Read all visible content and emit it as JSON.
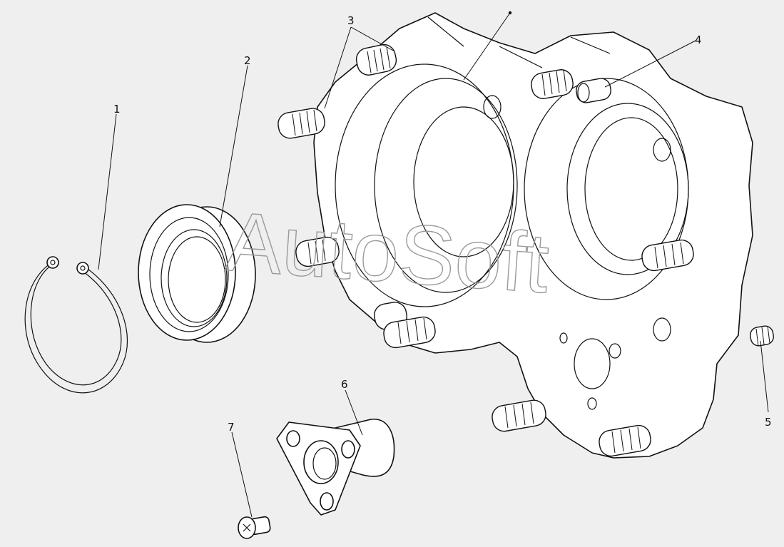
{
  "callouts": [
    {
      "id": "1",
      "label": "1"
    },
    {
      "id": "2",
      "label": "2"
    },
    {
      "id": "3",
      "label": "3"
    },
    {
      "id": "4",
      "label": "4"
    },
    {
      "id": "5",
      "label": "5"
    },
    {
      "id": "6",
      "label": "6"
    },
    {
      "id": "7",
      "label": "7"
    }
  ],
  "watermark": "AutoSoft"
}
